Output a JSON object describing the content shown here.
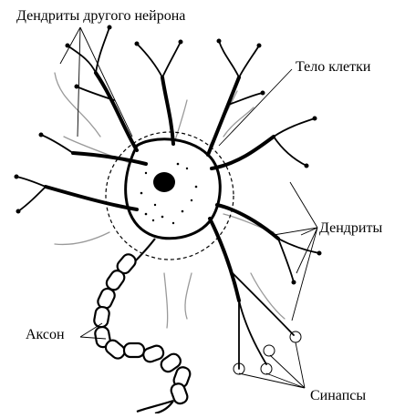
{
  "labels": {
    "other_dendrites": "Дендриты другого нейрона",
    "cell_body": "Тело клетки",
    "dendrites": "Дендриты",
    "axon": "Аксон",
    "synapses": "Синапсы"
  },
  "colors": {
    "ink": "#000000",
    "other_neuron": "#9a9a9a",
    "background": "#ffffff"
  }
}
